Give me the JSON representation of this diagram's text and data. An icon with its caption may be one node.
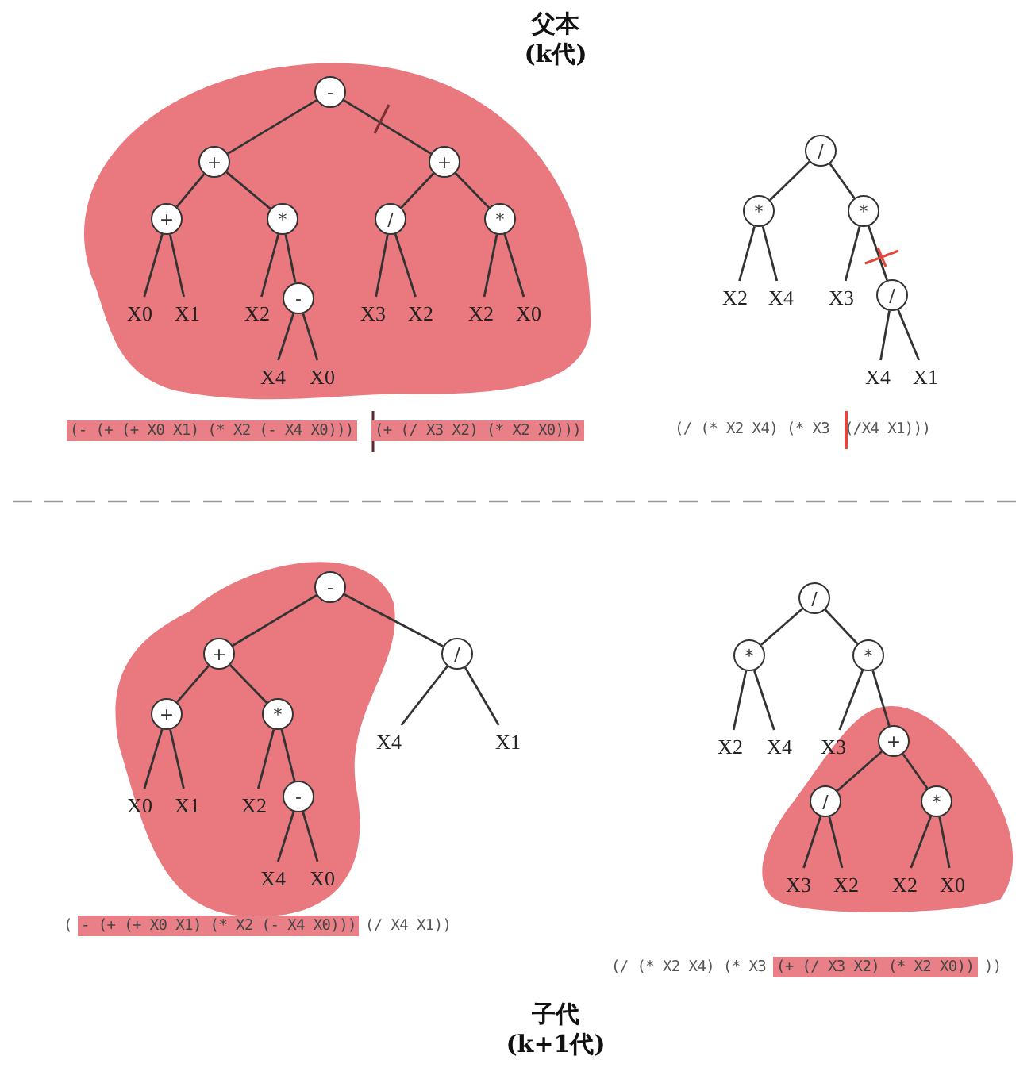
{
  "diagram": {
    "title": "父本 (k代)",
    "caption": "子代 (k+1代)",
    "nodes": [
      {
        "text": [
          "-"
        ]
      },
      {
        "text": [
          "+"
        ]
      },
      {
        "text": [
          "+"
        ]
      },
      {
        "text": [
          "+"
        ]
      },
      {
        "text": [
          "*"
        ]
      },
      {
        "text": [
          "/"
        ]
      },
      {
        "text": [
          "*"
        ]
      },
      {
        "text": [
          "-"
        ]
      },
      {
        "text": [
          "X0"
        ]
      },
      {
        "text": [
          "X1"
        ]
      },
      {
        "text": [
          "X2"
        ]
      },
      {
        "text": [
          "X3"
        ]
      },
      {
        "text": [
          "X2"
        ]
      },
      {
        "text": [
          "X2"
        ]
      },
      {
        "text": [
          "X0"
        ]
      },
      {
        "text": [
          "X4"
        ]
      },
      {
        "text": [
          "X0"
        ]
      },
      {
        "text": [
          "/"
        ]
      },
      {
        "text": [
          "*"
        ]
      },
      {
        "text": [
          "*"
        ]
      },
      {
        "text": [
          "X2"
        ]
      },
      {
        "text": [
          "X4"
        ]
      },
      {
        "text": [
          "X3"
        ]
      },
      {
        "text": [
          "/"
        ]
      },
      {
        "text": [
          "X4"
        ]
      },
      {
        "text": [
          "X1"
        ]
      },
      {
        "text": [
          "-"
        ]
      },
      {
        "text": [
          "+"
        ]
      },
      {
        "text": [
          "/"
        ]
      },
      {
        "text": [
          "+"
        ]
      },
      {
        "text": [
          "*"
        ]
      },
      {
        "text": [
          "X4"
        ]
      },
      {
        "text": [
          "X1"
        ]
      },
      {
        "text": [
          "-"
        ]
      },
      {
        "text": [
          "X0"
        ]
      },
      {
        "text": [
          "X1"
        ]
      },
      {
        "text": [
          "X2"
        ]
      },
      {
        "text": [
          "X4"
        ]
      },
      {
        "text": [
          "X0"
        ]
      },
      {
        "text": [
          "/"
        ]
      },
      {
        "text": [
          "*"
        ]
      },
      {
        "text": [
          "*"
        ]
      },
      {
        "text": [
          "X2"
        ]
      },
      {
        "text": [
          "X4"
        ]
      },
      {
        "text": [
          "X3"
        ]
      },
      {
        "text": [
          "+"
        ]
      },
      {
        "text": [
          "/"
        ]
      },
      {
        "text": [
          "*"
        ]
      },
      {
        "text": [
          "X3"
        ]
      },
      {
        "text": [
          "X2"
        ]
      },
      {
        "text": [
          "X2"
        ]
      },
      {
        "text": [
          "X0"
        ]
      }
    ],
    "edges": [
      {
        "from": 0,
        "to": 1,
        "arrow": "none"
      },
      {
        "from": 0,
        "to": 2,
        "arrow": "none"
      },
      {
        "from": 1,
        "to": 3,
        "arrow": "none"
      },
      {
        "from": 1,
        "to": 4,
        "arrow": "none"
      },
      {
        "from": 3,
        "to": 8,
        "arrow": "none"
      },
      {
        "from": 3,
        "to": 9,
        "arrow": "none"
      },
      {
        "from": 4,
        "to": 10,
        "arrow": "none"
      },
      {
        "from": 4,
        "to": 7,
        "arrow": "none"
      },
      {
        "from": 7,
        "to": 15,
        "arrow": "none"
      },
      {
        "from": 7,
        "to": 16,
        "arrow": "none"
      },
      {
        "from": 2,
        "to": 5,
        "arrow": "none"
      },
      {
        "from": 2,
        "to": 6,
        "arrow": "none"
      },
      {
        "from": 5,
        "to": 11,
        "arrow": "none"
      },
      {
        "from": 5,
        "to": 12,
        "arrow": "none"
      },
      {
        "from": 6,
        "to": 13,
        "arrow": "none"
      },
      {
        "from": 6,
        "to": 14,
        "arrow": "none"
      },
      {
        "from": 17,
        "to": 18,
        "arrow": "none"
      },
      {
        "from": 17,
        "to": 19,
        "arrow": "none"
      },
      {
        "from": 18,
        "to": 20,
        "arrow": "none"
      },
      {
        "from": 18,
        "to": 21,
        "arrow": "none"
      },
      {
        "from": 19,
        "to": 22,
        "arrow": "none"
      },
      {
        "from": 19,
        "to": 23,
        "arrow": "none"
      },
      {
        "from": 23,
        "to": 24,
        "arrow": "none"
      },
      {
        "from": 23,
        "to": 25,
        "arrow": "none"
      },
      {
        "from": 26,
        "to": 27,
        "arrow": "none"
      },
      {
        "from": 26,
        "to": 28,
        "arrow": "none"
      },
      {
        "from": 27,
        "to": 29,
        "arrow": "none"
      },
      {
        "from": 27,
        "to": 30,
        "arrow": "none"
      },
      {
        "from": 29,
        "to": 34,
        "arrow": "none"
      },
      {
        "from": 29,
        "to": 35,
        "arrow": "none"
      },
      {
        "from": 30,
        "to": 36,
        "arrow": "none"
      },
      {
        "from": 30,
        "to": 33,
        "arrow": "none"
      },
      {
        "from": 33,
        "to": 37,
        "arrow": "none"
      },
      {
        "from": 33,
        "to": 38,
        "arrow": "none"
      },
      {
        "from": 28,
        "to": 31,
        "arrow": "none"
      },
      {
        "from": 28,
        "to": 32,
        "arrow": "none"
      },
      {
        "from": 39,
        "to": 40,
        "arrow": "none"
      },
      {
        "from": 39,
        "to": 41,
        "arrow": "none"
      },
      {
        "from": 40,
        "to": 42,
        "arrow": "none"
      },
      {
        "from": 40,
        "to": 43,
        "arrow": "none"
      },
      {
        "from": 41,
        "to": 44,
        "arrow": "none"
      },
      {
        "from": 41,
        "to": 45,
        "arrow": "none"
      },
      {
        "from": 45,
        "to": 46,
        "arrow": "none"
      },
      {
        "from": 45,
        "to": 47,
        "arrow": "none"
      },
      {
        "from": 46,
        "to": 48,
        "arrow": "none"
      },
      {
        "from": 46,
        "to": 49,
        "arrow": "none"
      },
      {
        "from": 47,
        "to": 50,
        "arrow": "none"
      },
      {
        "from": 47,
        "to": 51,
        "arrow": "none"
      }
    ],
    "labels": [
      "(- (+ (+ X0 X1) (* X2 (- X4 X0)))",
      "(+ (/ X3 X2) (* X2 X0)))",
      "(/ (* X2 X4) (* X3",
      "(/X4 X1)))",
      "(",
      "- (+ (+ X0 X1) (* X2 (- X4 X0)))",
      "(/ X4 X1))",
      "(/ (* X2 X4) (* X3",
      "(+ (/ X3 X2) (* X2 X0))",
      "))"
    ]
  }
}
